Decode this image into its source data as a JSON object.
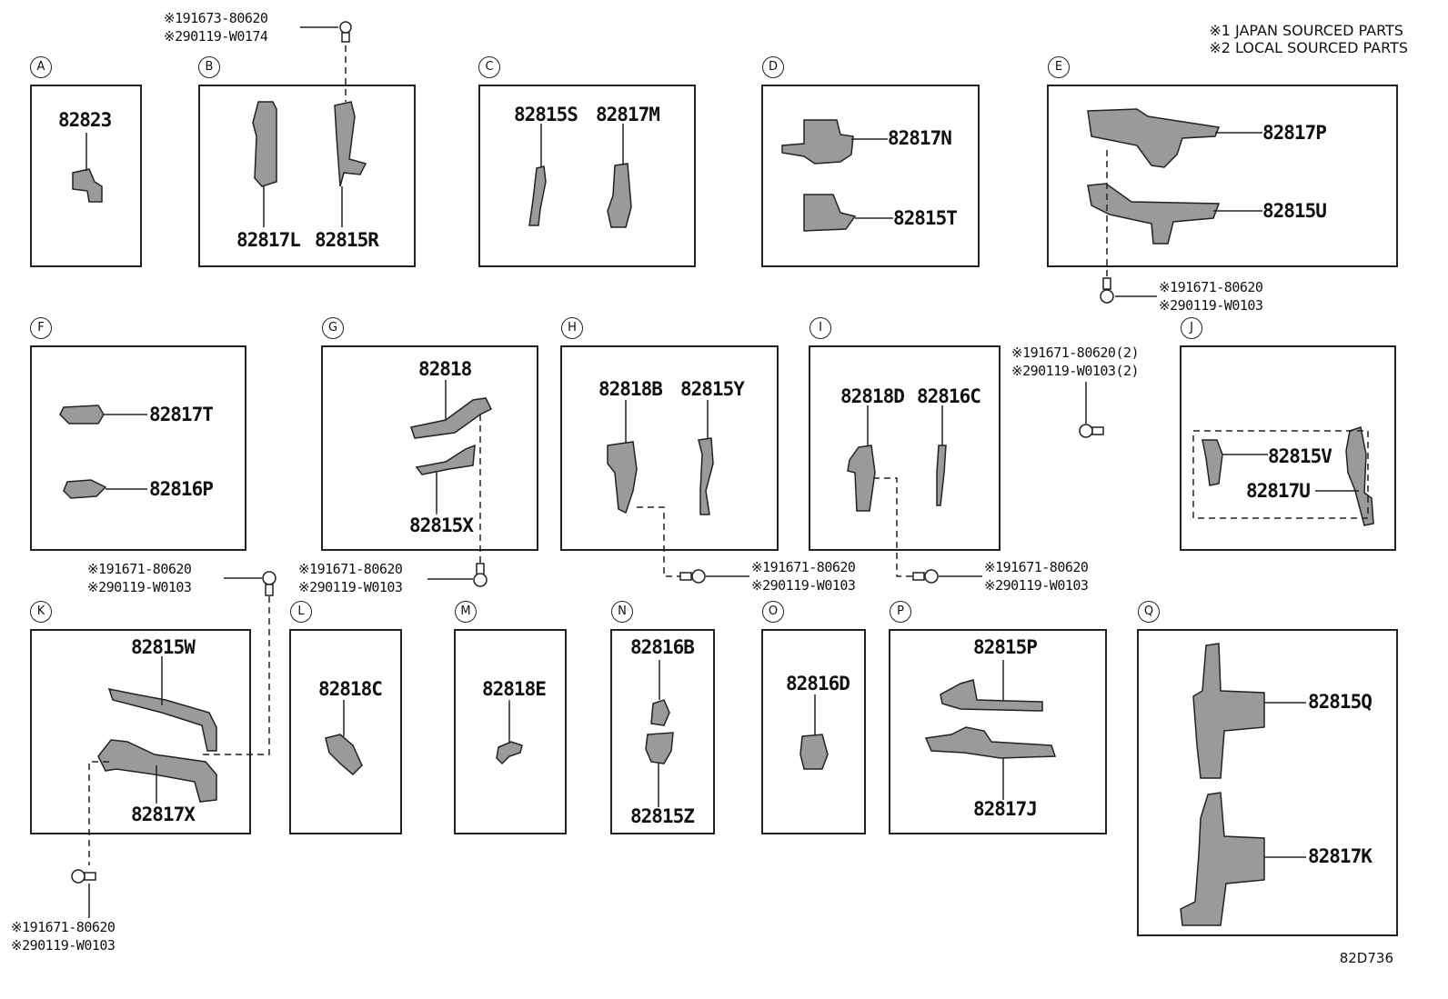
{
  "legend": {
    "line1": "※1 JAPAN SOURCED PARTS",
    "line2": "※2 LOCAL SOURCED PARTS"
  },
  "diagram_code": "82D736",
  "sections": {
    "A": {
      "letter": "A",
      "parts": [
        "82823"
      ]
    },
    "B": {
      "letter": "B",
      "parts": [
        "82817L",
        "82815R"
      ]
    },
    "C": {
      "letter": "C",
      "parts": [
        "82815S",
        "82817M"
      ]
    },
    "D": {
      "letter": "D",
      "parts": [
        "82817N",
        "82815T"
      ]
    },
    "E": {
      "letter": "E",
      "parts": [
        "82817P",
        "82815U"
      ]
    },
    "F": {
      "letter": "F",
      "parts": [
        "82817T",
        "82816P"
      ]
    },
    "G": {
      "letter": "G",
      "parts": [
        "82818",
        "82815X"
      ]
    },
    "H": {
      "letter": "H",
      "parts": [
        "82818B",
        "82815Y"
      ]
    },
    "I": {
      "letter": "I",
      "parts": [
        "82818D",
        "82816C"
      ]
    },
    "J": {
      "letter": "J",
      "parts": [
        "82815V",
        "82817U"
      ]
    },
    "K": {
      "letter": "K",
      "parts": [
        "82815W",
        "82817X"
      ]
    },
    "L": {
      "letter": "L",
      "parts": [
        "82818C"
      ]
    },
    "M": {
      "letter": "M",
      "parts": [
        "82818E"
      ]
    },
    "N": {
      "letter": "N",
      "parts": [
        "82816B",
        "82815Z"
      ]
    },
    "O": {
      "letter": "O",
      "parts": [
        "82816D"
      ]
    },
    "P": {
      "letter": "P",
      "parts": [
        "82815P",
        "82817J"
      ]
    },
    "Q": {
      "letter": "Q",
      "parts": [
        "82815Q",
        "82817K"
      ]
    }
  },
  "bolt_notes": {
    "b_top": [
      "※191673-80620",
      "※290119-W0174"
    ],
    "e_bottom": [
      "※191671-80620",
      "※290119-W0103"
    ],
    "j_left": [
      "※191671-80620(2)",
      "※290119-W0103(2)"
    ],
    "f_right": [
      "※191671-80620",
      "※290119-W0103"
    ],
    "g_bottom": [
      "※191671-80620",
      "※290119-W0103"
    ],
    "h_bottom": [
      "※191671-80620",
      "※290119-W0103"
    ],
    "i_bottom": [
      "※191671-80620",
      "※290119-W0103"
    ],
    "k_bottom": [
      "※191671-80620",
      "※290119-W0103"
    ]
  }
}
